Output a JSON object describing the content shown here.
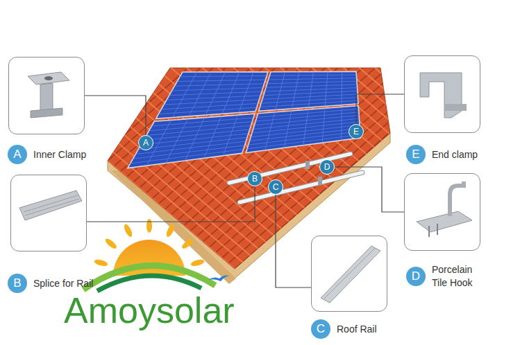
{
  "diagram": {
    "nodes": [
      {
        "text": [
          "A",
          "Inner Clamp"
        ]
      },
      {
        "text": [
          "E",
          "End clamp"
        ]
      },
      {
        "text": [
          "A"
        ]
      },
      {
        "text": [
          "E"
        ]
      },
      {
        "text": [
          "D"
        ]
      },
      {
        "text": [
          "B"
        ]
      },
      {
        "text": [
          "C"
        ]
      },
      {
        "text": [
          "B",
          "Splice for Rail"
        ]
      },
      {
        "text": [
          "D",
          "Porcelain Tile Hook"
        ]
      },
      {
        "text": [
          "C",
          "Roof Rail"
        ]
      }
    ],
    "edges": [
      {
        "from": 2,
        "to": 0,
        "arrow": "none"
      },
      {
        "from": 3,
        "to": 1,
        "arrow": "none"
      },
      {
        "from": 4,
        "to": 8,
        "arrow": "none"
      },
      {
        "from": 5,
        "to": 7,
        "arrow": "none"
      },
      {
        "from": 6,
        "to": 9,
        "arrow": "none"
      }
    ],
    "labels": [
      "Amoysolar"
    ]
  }
}
